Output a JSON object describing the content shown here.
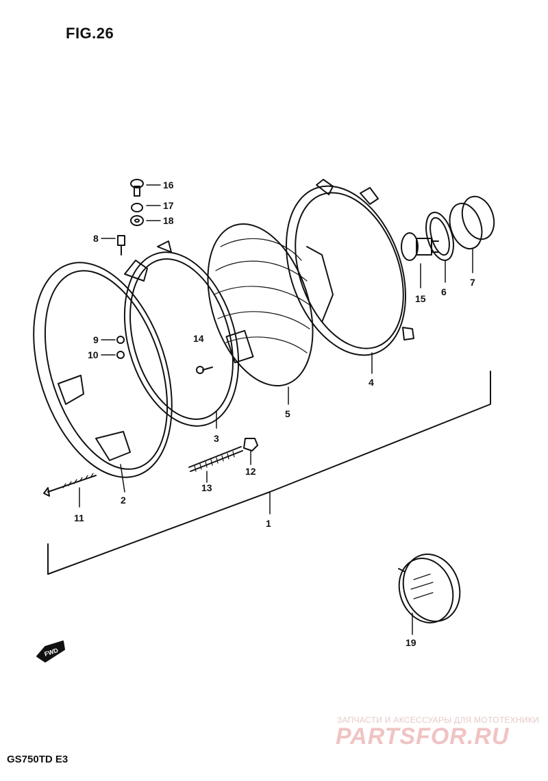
{
  "figure": {
    "title": "FIG.26",
    "model": "GS750TD E3",
    "fwd_label": "FWD"
  },
  "watermark": {
    "line": "ЗАПЧАСТИ И АКСЕССУАРЫ ДЛЯ МОТОТЕХНИКИ",
    "logo": "PARTSFOR.RU"
  },
  "parts": [
    {
      "num": "1",
      "icon": "headlight-assembly-bracket"
    },
    {
      "num": "2",
      "icon": "headlight-housing-rim"
    },
    {
      "num": "3",
      "icon": "inner-mounting-ring"
    },
    {
      "num": "4",
      "icon": "headlight-case"
    },
    {
      "num": "5",
      "icon": "lens-unit"
    },
    {
      "num": "6",
      "icon": "bulb-retainer-ring"
    },
    {
      "num": "7",
      "icon": "rubber-cover"
    },
    {
      "num": "8",
      "icon": "screw"
    },
    {
      "num": "9",
      "icon": "washer"
    },
    {
      "num": "10",
      "icon": "nut"
    },
    {
      "num": "11",
      "icon": "long-screw"
    },
    {
      "num": "12",
      "icon": "nut"
    },
    {
      "num": "13",
      "icon": "spring"
    },
    {
      "num": "14",
      "icon": "screw"
    },
    {
      "num": "15",
      "icon": "bulb"
    },
    {
      "num": "16",
      "icon": "bolt"
    },
    {
      "num": "17",
      "icon": "washer"
    },
    {
      "num": "18",
      "icon": "washer"
    },
    {
      "num": "19",
      "icon": "reflector"
    }
  ],
  "colors": {
    "ink": "#111111",
    "watermark_text": "#e7c9c9",
    "watermark_logo": "#f0c3c3"
  }
}
